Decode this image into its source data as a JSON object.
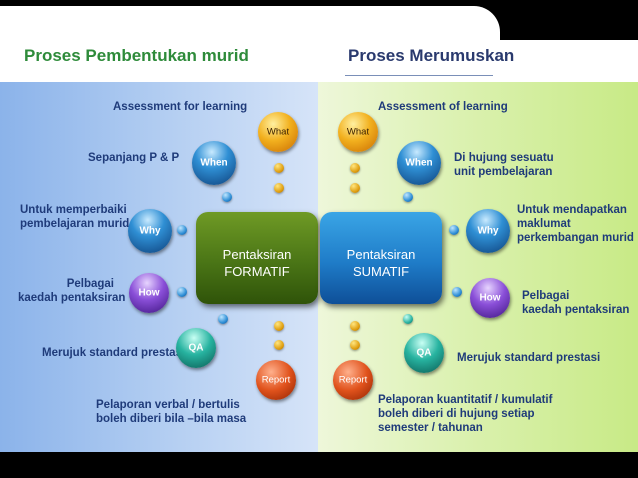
{
  "header": {
    "left_title": "Proses Pembentukan murid",
    "right_title": "Proses Merumuskan"
  },
  "formatif": {
    "box_line1": "Pentaksiran",
    "box_line2": "FORMATIF",
    "assessment": "Assessment for learning",
    "when_text": "Sepanjang P & P",
    "why_line1": "Untuk memperbaiki",
    "why_line2": "pembelajaran murid",
    "how_line1": "Pelbagai",
    "how_line2": "kaedah pentaksiran",
    "qa_text": "Merujuk standard prestasi",
    "report_line1": "Pelaporan  verbal / bertulis",
    "report_line2": "boleh diberi bila –bila masa"
  },
  "sumatif": {
    "box_line1": "Pentaksiran",
    "box_line2": "SUMATIF",
    "assessment": "Assessment  of  learning",
    "when_line1": "Di hujung  sesuatu",
    "when_line2": "unit  pembelajaran",
    "why_line1": "Untuk mendapatkan",
    "why_line2": "maklumat",
    "why_line3": "perkembangan murid",
    "how_line1": "Pelbagai",
    "how_line2": "kaedah pentaksiran",
    "qa_text": "Merujuk standard prestasi",
    "report_line1": "Pelaporan kuantitatif / kumulatif",
    "report_line2": "boleh diberi di hujung setiap",
    "report_line3": "semester / tahunan"
  },
  "balls": {
    "what": "What",
    "when": "When",
    "why": "Why",
    "how": "How",
    "qa": "QA",
    "report": "Report"
  }
}
